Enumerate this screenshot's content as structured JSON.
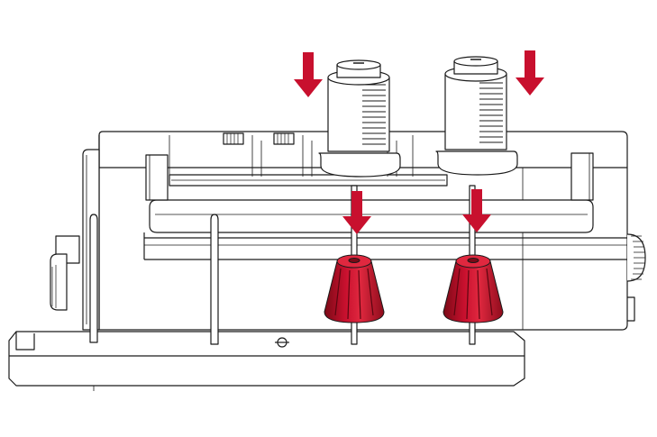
{
  "figure": {
    "kind": "technical-illustration",
    "subject": "spool-pin-and-thread-spool-installation",
    "colors": {
      "outline": "#1a1a1a",
      "body_fill": "#ffffff",
      "shade": "#d9d9d9",
      "accent_red": "#c8102e",
      "accent_red_dark": "#7a0a16"
    },
    "arrows": [
      {
        "id": "arrow-down-left",
        "direction": "down"
      },
      {
        "id": "arrow-down-right",
        "direction": "down"
      },
      {
        "id": "arrow-down-cap-left",
        "direction": "down"
      },
      {
        "id": "arrow-down-cap-right",
        "direction": "down"
      }
    ],
    "spools": [
      {
        "id": "spool-left"
      },
      {
        "id": "spool-right"
      }
    ],
    "spool_caps": [
      {
        "id": "spool-cap-left"
      },
      {
        "id": "spool-cap-right"
      }
    ]
  }
}
